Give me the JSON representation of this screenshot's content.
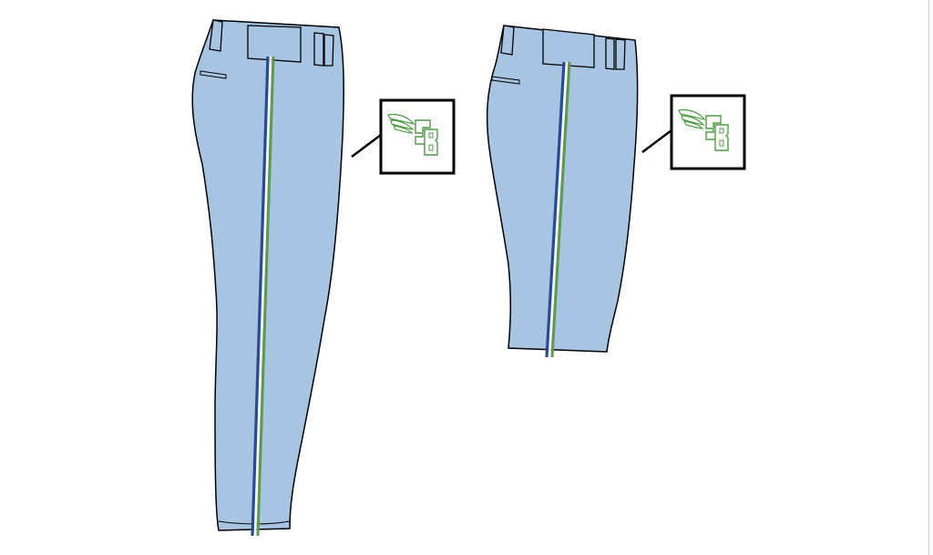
{
  "colors": {
    "pant_fill": "#a7c5e3",
    "stripe_blue": "#2b4a94",
    "stripe_white": "#ffffff",
    "stripe_green": "#5f9a4a",
    "logo_green": "#4f9a45",
    "outline": "#000000"
  },
  "logo": {
    "text": "SB",
    "icon": "winged-sb-logo"
  },
  "views": [
    {
      "name": "full-length-pants"
    },
    {
      "name": "knicker-pants"
    }
  ]
}
